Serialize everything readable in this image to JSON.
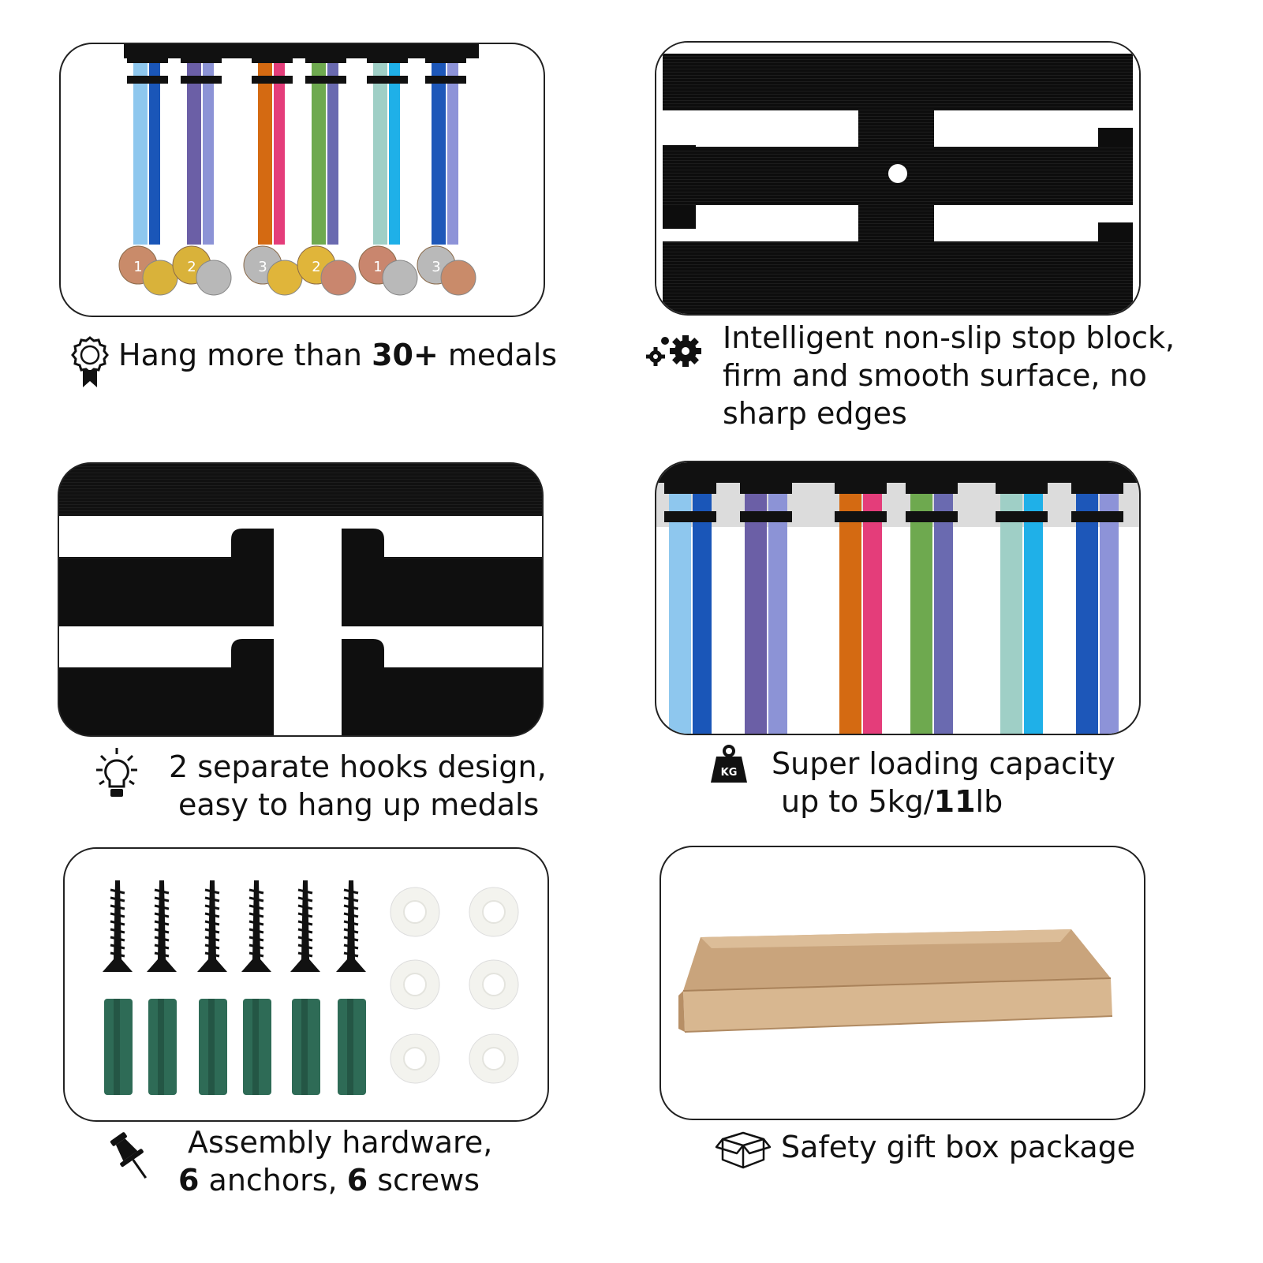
{
  "features": {
    "medals": {
      "prefix": "Hang more than ",
      "highlight": "30+",
      "suffix": " medals",
      "icon": "award-ribbon-icon"
    },
    "stop_block": {
      "text": "Intelligent non-slip stop block, firm and smooth surface, no sharp edges",
      "icon": "gears-icon"
    },
    "hooks": {
      "line1": "2 separate hooks design,",
      "line2": "easy to hang up medals",
      "icon": "lightbulb-icon"
    },
    "capacity": {
      "line1": "Super loading capacity",
      "line2_prefix": "up to 5kg/",
      "line2_bold": "11",
      "line2_suffix": "lb",
      "icon": "kg-weight-icon",
      "weight_badge": "KG"
    },
    "hardware": {
      "line1": "Assembly hardware,",
      "count_a": "6",
      "label_a": " anchors, ",
      "count_b": "6",
      "label_b": " screws",
      "icon": "pushpin-icon"
    },
    "package": {
      "text": "Safety gift box package",
      "icon": "box-icon"
    }
  },
  "colors": {
    "rack": "#111111",
    "anchor": "#2e6b56",
    "box": "#d6b48e",
    "spacer": "#f3f3ee"
  },
  "ribbons": [
    [
      "#8ec7ee",
      "#1a56b8"
    ],
    [
      "#6b5fa6",
      "#8c93d6"
    ],
    [
      "#d46a12",
      "#e43d7a"
    ],
    [
      "#6ea94f",
      "#6a6ab0"
    ],
    [
      "#9fcfc6",
      "#1fb0e8"
    ],
    [
      "#1d57b9",
      "#8d93d8"
    ]
  ],
  "medal_numbers": [
    "1",
    "2",
    "3",
    "2",
    "1",
    "3"
  ]
}
